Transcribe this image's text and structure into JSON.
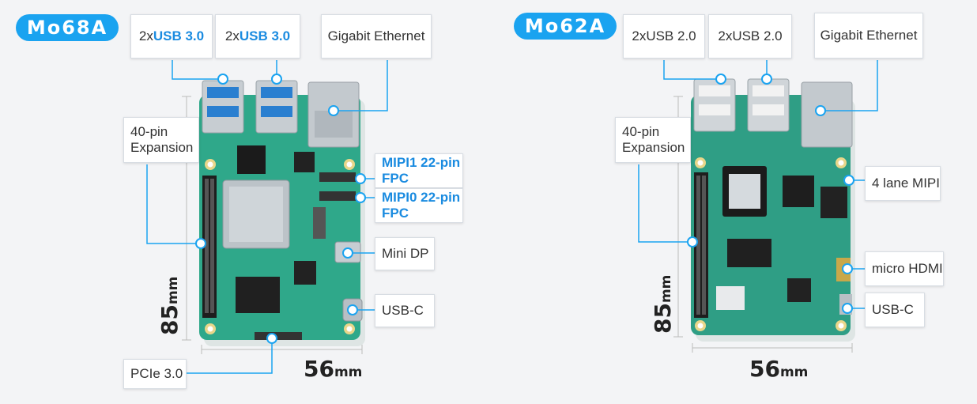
{
  "left": {
    "model": "Mo68A",
    "usb1_prefix": "2x",
    "usb1_main": "USB 3.0",
    "usb2_prefix": "2x",
    "usb2_main": "USB 3.0",
    "ethernet": "Gigabit Ethernet",
    "expansion_line1": "40-pin",
    "expansion_line2": "Expansion",
    "mipi1_line1": "MIPI1 22-pin",
    "mipi1_line2": "FPC",
    "mipi0_line1": "MIPI0 22-pin",
    "mipi0_line2": "FPC",
    "mini_dp": "Mini DP",
    "usbc": "USB-C",
    "pcie": "PCIe 3.0",
    "height_value": "85",
    "height_unit": "mm",
    "width_value": "56",
    "width_unit": "mm"
  },
  "right": {
    "model": "Mo62A",
    "usb1": "2xUSB 2.0",
    "usb2": "2xUSB 2.0",
    "ethernet": "Gigabit Ethernet",
    "expansion_line1": "40-pin",
    "expansion_line2": "Expansion",
    "mipi": "4 lane MIPI",
    "hdmi": "micro HDMI",
    "usbc": "USB-C",
    "height_value": "85",
    "height_unit": "mm",
    "width_value": "56",
    "width_unit": "mm"
  },
  "colors": {
    "accent": "#1aa3f0",
    "board": "#2fa88a",
    "board_dark": "#1f7f66"
  }
}
